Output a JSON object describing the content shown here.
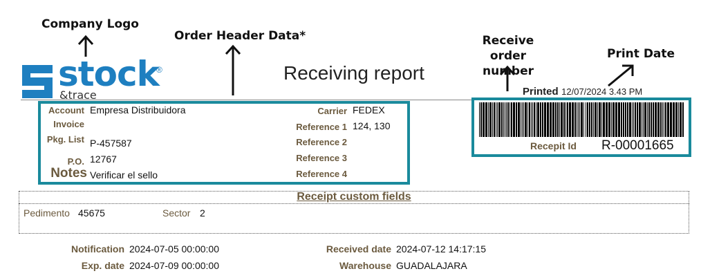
{
  "callouts": {
    "company_logo": "Company Logo",
    "order_header": "Order Header Data*",
    "receive_order_line1": "Receive order",
    "receive_order_line2": "number",
    "print_date": "Print Date"
  },
  "logo": {
    "word": "stock",
    "sub": "&trace",
    "mark": "®",
    "color": "#1e7fc0"
  },
  "title": "Receiving report",
  "printed": {
    "label": "Printed",
    "value": "12/07/2024 3.43 PM"
  },
  "header_left": {
    "account_label": "Account",
    "account_value": "Empresa Distribuidora",
    "invoice_label": "Invoice",
    "invoice_value": "",
    "pkg_label": "Pkg. List",
    "pkg_value": "P-457587",
    "po_label": "P.O.",
    "po_value": "12767",
    "notes_label": "Notes",
    "notes_value": "Verificar el sello"
  },
  "header_right": {
    "carrier_label": "Carrier",
    "carrier_value": "FEDEX",
    "ref1_label": "Reference 1",
    "ref1_value": "124, 130",
    "ref2_label": "Reference 2",
    "ref3_label": "Reference 3",
    "ref4_label": "Reference 4"
  },
  "receipt": {
    "id_label": "Recepit Id",
    "id_value": "R-00001665"
  },
  "custom_fields": {
    "title": "Receipt custom fields",
    "pedimento_label": "Pedimento",
    "pedimento_value": "45675",
    "sector_label": "Sector",
    "sector_value": "2"
  },
  "footer": {
    "notification_label": "Notification",
    "notification_value": "2024-07-05 00:00:00",
    "exp_label": "Exp. date",
    "exp_value": "2024-07-09 00:00:00",
    "received_label": "Received date",
    "received_value": "2024-07-12 14:17:15",
    "warehouse_label": "Warehouse",
    "warehouse_value": "GUADALAJARA"
  },
  "colors": {
    "accent_box": "#1a8a9c",
    "label_brown": "#6b5a3e",
    "logo_blue": "#1e7fc0"
  }
}
